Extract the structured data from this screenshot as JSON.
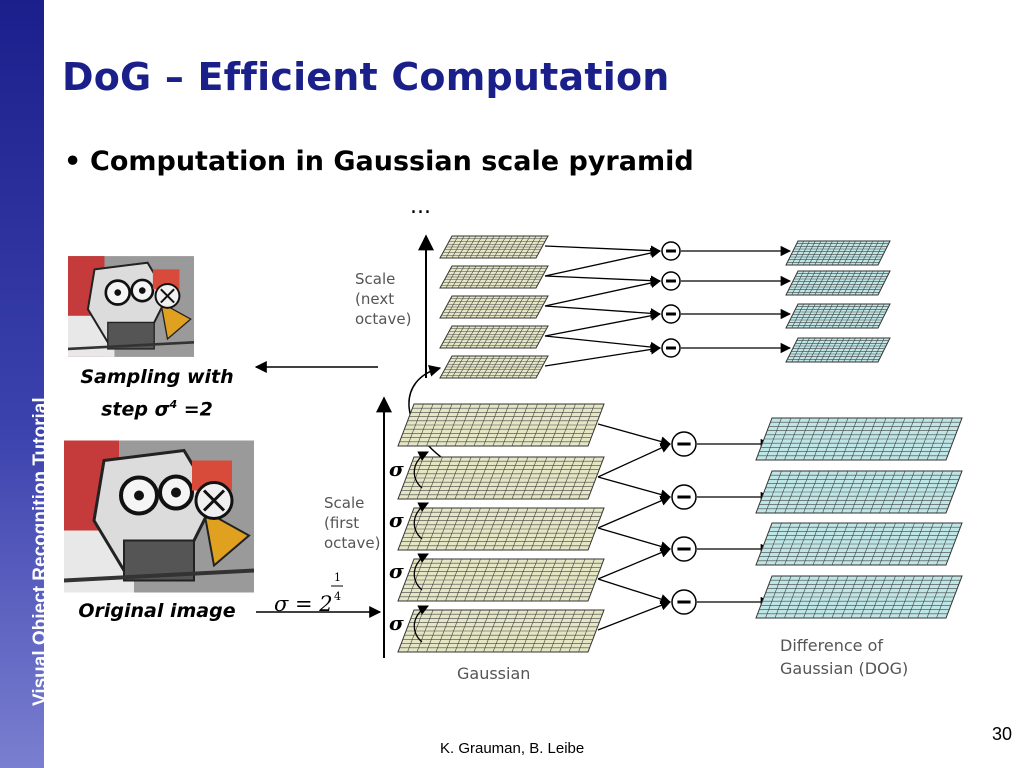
{
  "sidebar": {
    "text": "Visual Object Recognition Tutorial"
  },
  "title": "DoG – Efficient Computation",
  "bullet": "Computation in Gaussian scale pyramid",
  "captions": {
    "sampling_line1": "Sampling with",
    "sampling_step": "step ",
    "sampling_sigma": "σ",
    "sampling_exp": "4",
    "sampling_value": " =2",
    "original": "Original image"
  },
  "diagram": {
    "ellipsis": "...",
    "scale_next": [
      "Scale",
      "(next",
      "octave)"
    ],
    "scale_first": [
      "Scale",
      "(first",
      "octave)"
    ],
    "sigma_symbol": "σ",
    "formula_lhs": "σ = 2",
    "formula_num": "1",
    "formula_den": "4",
    "gaussian": "Gaussian",
    "dog_line1": "Difference of",
    "dog_line2": "Gaussian (DOG)",
    "minus": "−"
  },
  "footer": {
    "page": "30",
    "credits": "K. Grauman, B. Leibe"
  },
  "colors": {
    "sidebar": "#1b1f8c",
    "title": "#1a1f8a",
    "gaussian_fill": "#e4e6c4",
    "dog_fill": "#bfe6e6"
  }
}
